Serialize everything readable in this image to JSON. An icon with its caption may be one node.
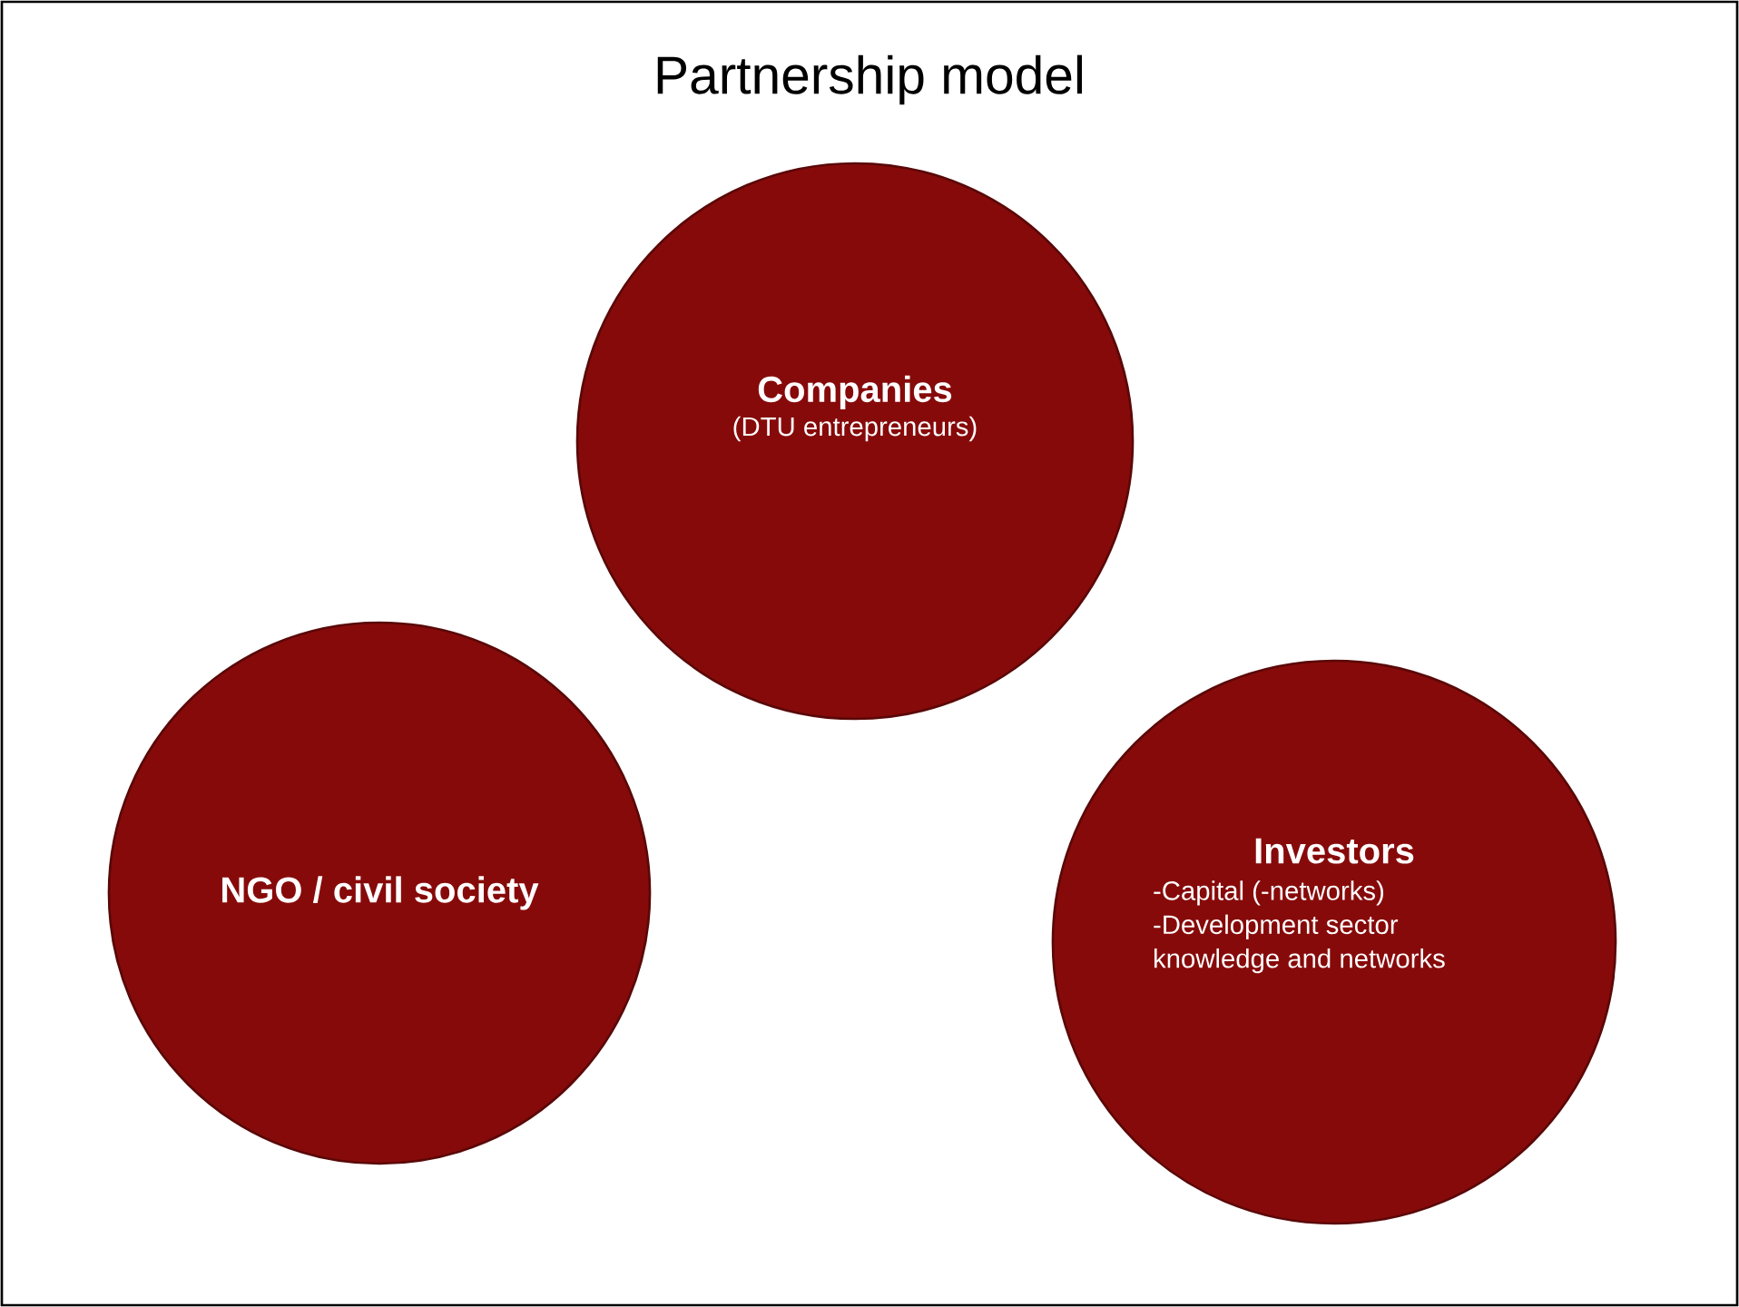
{
  "diagram": {
    "title": "Partnership model",
    "nodes": [
      {
        "text": [
          "Companies",
          "(DTU entrepreneurs)"
        ]
      },
      {
        "text": [
          "NGO / civil society"
        ]
      },
      {
        "text": [
          "Investors",
          "-Capital (-networks)",
          "-Development sector knowledge and networks"
        ]
      }
    ]
  }
}
